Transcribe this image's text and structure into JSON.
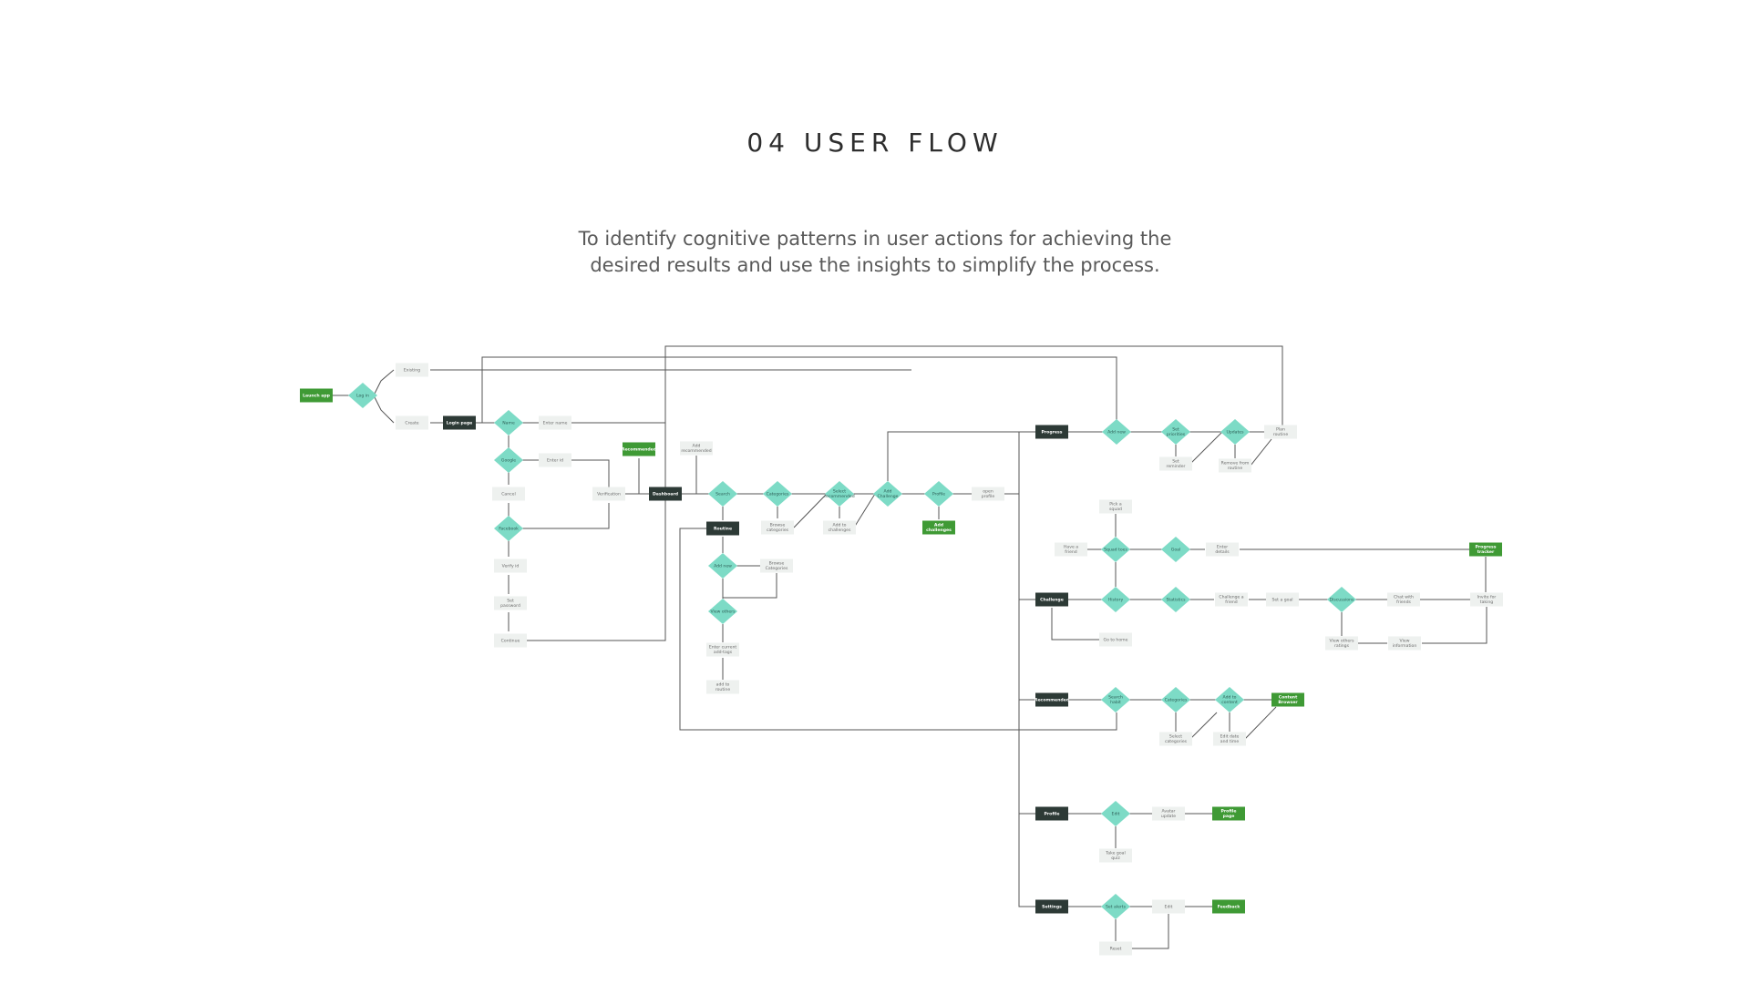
{
  "header": {
    "title": "04  USER FLOW",
    "subtitle_line1": "To identify cognitive patterns in user actions for achieving the",
    "subtitle_line2": "desired results and use the insights to simplify the process."
  },
  "colors": {
    "primary_green": "#3f9a35",
    "dark_node": "#2d3a36",
    "decision_teal": "#7ddbc6",
    "step_fill": "#eef1ef",
    "line": "#555555"
  },
  "nodes": [
    {
      "id": "launch",
      "kind": "start",
      "label": "Launch app"
    },
    {
      "id": "login",
      "kind": "decision",
      "label": "Log in"
    },
    {
      "id": "existing",
      "kind": "step",
      "label": "Existing"
    },
    {
      "id": "create",
      "kind": "step",
      "label": "Create"
    },
    {
      "id": "loginpage",
      "kind": "screen",
      "label": "Login page"
    },
    {
      "id": "name",
      "kind": "decision",
      "label": "Name"
    },
    {
      "id": "entername",
      "kind": "step",
      "label": "Enter name"
    },
    {
      "id": "google",
      "kind": "decision",
      "label": "Google"
    },
    {
      "id": "enterid",
      "kind": "step",
      "label": "Enter id"
    },
    {
      "id": "cancel",
      "kind": "step",
      "label": "Cancel"
    },
    {
      "id": "facebook",
      "kind": "decision",
      "label": "Facebook"
    },
    {
      "id": "verifyid",
      "kind": "step",
      "label": "Verify id"
    },
    {
      "id": "setpassword",
      "kind": "step",
      "label": "Set password"
    },
    {
      "id": "continue",
      "kind": "step",
      "label": "Continue"
    },
    {
      "id": "verification",
      "kind": "step",
      "label": "Verification"
    },
    {
      "id": "recommended_top",
      "kind": "start",
      "label": "Recommended"
    },
    {
      "id": "dashboard",
      "kind": "screen",
      "label": "Dashboard"
    },
    {
      "id": "addrecommended",
      "kind": "step",
      "label": "Add recommended"
    },
    {
      "id": "search",
      "kind": "decision",
      "label": "Search"
    },
    {
      "id": "categories",
      "kind": "decision",
      "label": "Categories"
    },
    {
      "id": "browsecat",
      "kind": "step",
      "label": "Browse categories"
    },
    {
      "id": "selectrec",
      "kind": "decision",
      "label": "Select recommended"
    },
    {
      "id": "addtochal",
      "kind": "step",
      "label": "Add to challenges"
    },
    {
      "id": "addchallenge",
      "kind": "decision",
      "label": "Add Challenge"
    },
    {
      "id": "profile_d",
      "kind": "decision",
      "label": "Profile"
    },
    {
      "id": "addchallenges",
      "kind": "start",
      "label": "Add challenges"
    },
    {
      "id": "openprofile",
      "kind": "step",
      "label": "open profile"
    },
    {
      "id": "routine",
      "kind": "screen",
      "label": "Routine"
    },
    {
      "id": "addnew",
      "kind": "decision",
      "label": "Add new"
    },
    {
      "id": "browsecat2",
      "kind": "step",
      "label": "Browse Categories"
    },
    {
      "id": "viewothers",
      "kind": "decision",
      "label": "View others"
    },
    {
      "id": "entercurrent",
      "kind": "step",
      "label": "Enter current add-tags"
    },
    {
      "id": "addtoroutine",
      "kind": "step",
      "label": "add to routine"
    },
    {
      "id": "progress",
      "kind": "screen",
      "label": "Progress"
    },
    {
      "id": "addnew2",
      "kind": "decision",
      "label": "Add new"
    },
    {
      "id": "setpriorities",
      "kind": "decision",
      "label": "Set priorities"
    },
    {
      "id": "setreminder",
      "kind": "step",
      "label": "Set reminder"
    },
    {
      "id": "updates",
      "kind": "decision",
      "label": "Updates"
    },
    {
      "id": "removefrom",
      "kind": "step",
      "label": "Remove from routine"
    },
    {
      "id": "planroutine",
      "kind": "step",
      "label": "Plan routine"
    },
    {
      "id": "pickasquad",
      "kind": "step",
      "label": "Pick a squad"
    },
    {
      "id": "haveafriend",
      "kind": "step",
      "label": "Have a friend"
    },
    {
      "id": "squadtoes",
      "kind": "decision",
      "label": "Squad toes"
    },
    {
      "id": "goal",
      "kind": "decision",
      "label": "Goal"
    },
    {
      "id": "enterdetails",
      "kind": "step",
      "label": "Enter details"
    },
    {
      "id": "progresstracker",
      "kind": "start",
      "label": "Progress tracker"
    },
    {
      "id": "challenge",
      "kind": "screen",
      "label": "Challenge"
    },
    {
      "id": "history",
      "kind": "decision",
      "label": "History"
    },
    {
      "id": "statistics",
      "kind": "decision",
      "label": "Statistics"
    },
    {
      "id": "challengefriend",
      "kind": "step",
      "label": "Challenge a friend"
    },
    {
      "id": "setagoal",
      "kind": "step",
      "label": "Set a goal"
    },
    {
      "id": "discussions",
      "kind": "decision",
      "label": "Discussions"
    },
    {
      "id": "chatwith",
      "kind": "step",
      "label": "Chat with friends"
    },
    {
      "id": "invite",
      "kind": "step",
      "label": "Invite for taking"
    },
    {
      "id": "gotohome",
      "kind": "step",
      "label": "Go to home"
    },
    {
      "id": "viewothersratings",
      "kind": "step",
      "label": "View others ratings"
    },
    {
      "id": "viewinfo",
      "kind": "step",
      "label": "View information"
    },
    {
      "id": "recommended",
      "kind": "screen",
      "label": "Recommended"
    },
    {
      "id": "searchhabit",
      "kind": "decision",
      "label": "Search habit"
    },
    {
      "id": "categories2",
      "kind": "decision",
      "label": "Categories"
    },
    {
      "id": "selectcats",
      "kind": "step",
      "label": "Select categories"
    },
    {
      "id": "addtocontent",
      "kind": "decision",
      "label": "Add to content"
    },
    {
      "id": "contentbrowser",
      "kind": "start",
      "label": "Content Browser"
    },
    {
      "id": "editdate",
      "kind": "step",
      "label": "Edit date and time"
    },
    {
      "id": "profile",
      "kind": "screen",
      "label": "Profile"
    },
    {
      "id": "edit",
      "kind": "decision",
      "label": "Edit"
    },
    {
      "id": "avatarupdate",
      "kind": "step",
      "label": "Avatar update"
    },
    {
      "id": "profilepage",
      "kind": "start",
      "label": "Profile page"
    },
    {
      "id": "takegoalquiz",
      "kind": "step",
      "label": "Take goal quiz"
    },
    {
      "id": "settings",
      "kind": "screen",
      "label": "Settings"
    },
    {
      "id": "setalerts",
      "kind": "decision",
      "label": "Set alerts"
    },
    {
      "id": "edit2",
      "kind": "step",
      "label": "Edit"
    },
    {
      "id": "feedback",
      "kind": "start",
      "label": "Feedback"
    },
    {
      "id": "reset",
      "kind": "step",
      "label": "Reset"
    }
  ]
}
